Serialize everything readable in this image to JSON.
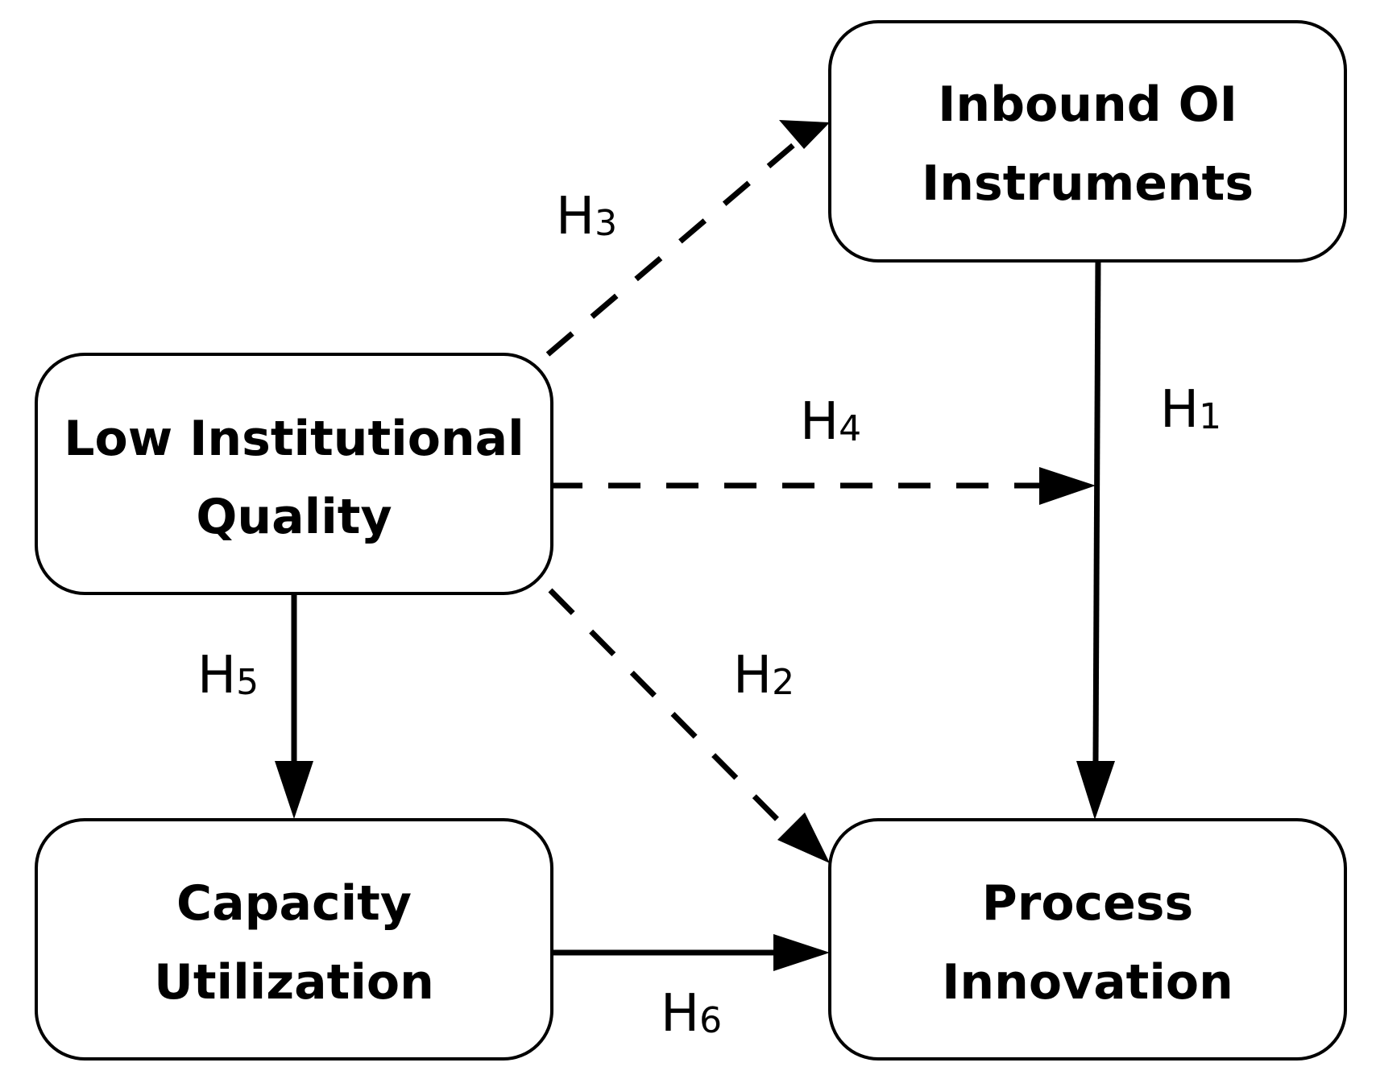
{
  "nodes": {
    "inbound": {
      "line1": "Inbound OI",
      "line2": "Instruments"
    },
    "lowinst": {
      "line1": "Low Institutional",
      "line2": "Quality"
    },
    "capacity": {
      "line1": "Capacity",
      "line2": "Utilization"
    },
    "process": {
      "line1": "Process",
      "line2": "Innovation"
    }
  },
  "edges": {
    "h1": {
      "main": "H",
      "sub": "1",
      "from": "Inbound OI Instruments",
      "to": "Process Innovation",
      "style": "solid"
    },
    "h2": {
      "main": "H",
      "sub": "2",
      "from": "Low Institutional Quality",
      "to": "Process Innovation",
      "style": "dashed"
    },
    "h3": {
      "main": "H",
      "sub": "3",
      "from": "Low Institutional Quality",
      "to": "Inbound OI Instruments",
      "style": "dashed"
    },
    "h4": {
      "main": "H",
      "sub": "4",
      "from": "Low Institutional Quality",
      "to": "H1 path",
      "style": "dashed"
    },
    "h5": {
      "main": "H",
      "sub": "5",
      "from": "Low Institutional Quality",
      "to": "Capacity Utilization",
      "style": "solid"
    },
    "h6": {
      "main": "H",
      "sub": "6",
      "from": "Capacity Utilization",
      "to": "Process Innovation",
      "style": "solid"
    }
  }
}
